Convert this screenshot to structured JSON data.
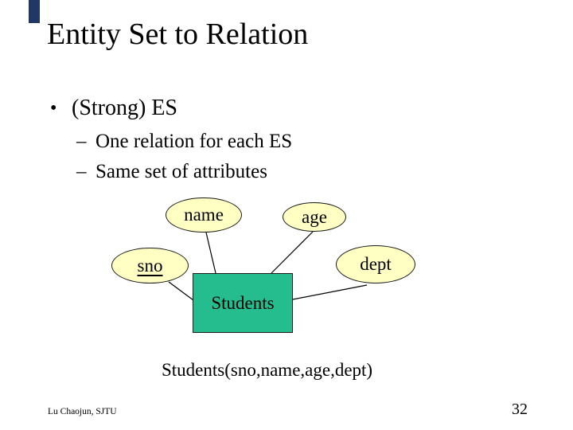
{
  "slide": {
    "title": "Entity Set to Relation",
    "bullets": {
      "level1_marker": "•",
      "level1_text": "(Strong) ES",
      "level2_marker": "–",
      "sub1": "One relation for each ES",
      "sub2": "Same set of attributes"
    },
    "diagram": {
      "entity_label": "Students",
      "attributes": [
        {
          "label": "name",
          "is_key": false
        },
        {
          "label": "age",
          "is_key": false
        },
        {
          "label": "sno",
          "is_key": true
        },
        {
          "label": "dept",
          "is_key": false
        }
      ]
    },
    "relation_schema": "Students(sno,name,age,dept)",
    "footer_author": "Lu Chaojun, SJTU",
    "page_number": "32",
    "colors": {
      "attribute_fill": "#FFFFC4",
      "entity_fill": "#25BD8E",
      "corner_bar": "#1F3864",
      "line": "#000000"
    }
  }
}
